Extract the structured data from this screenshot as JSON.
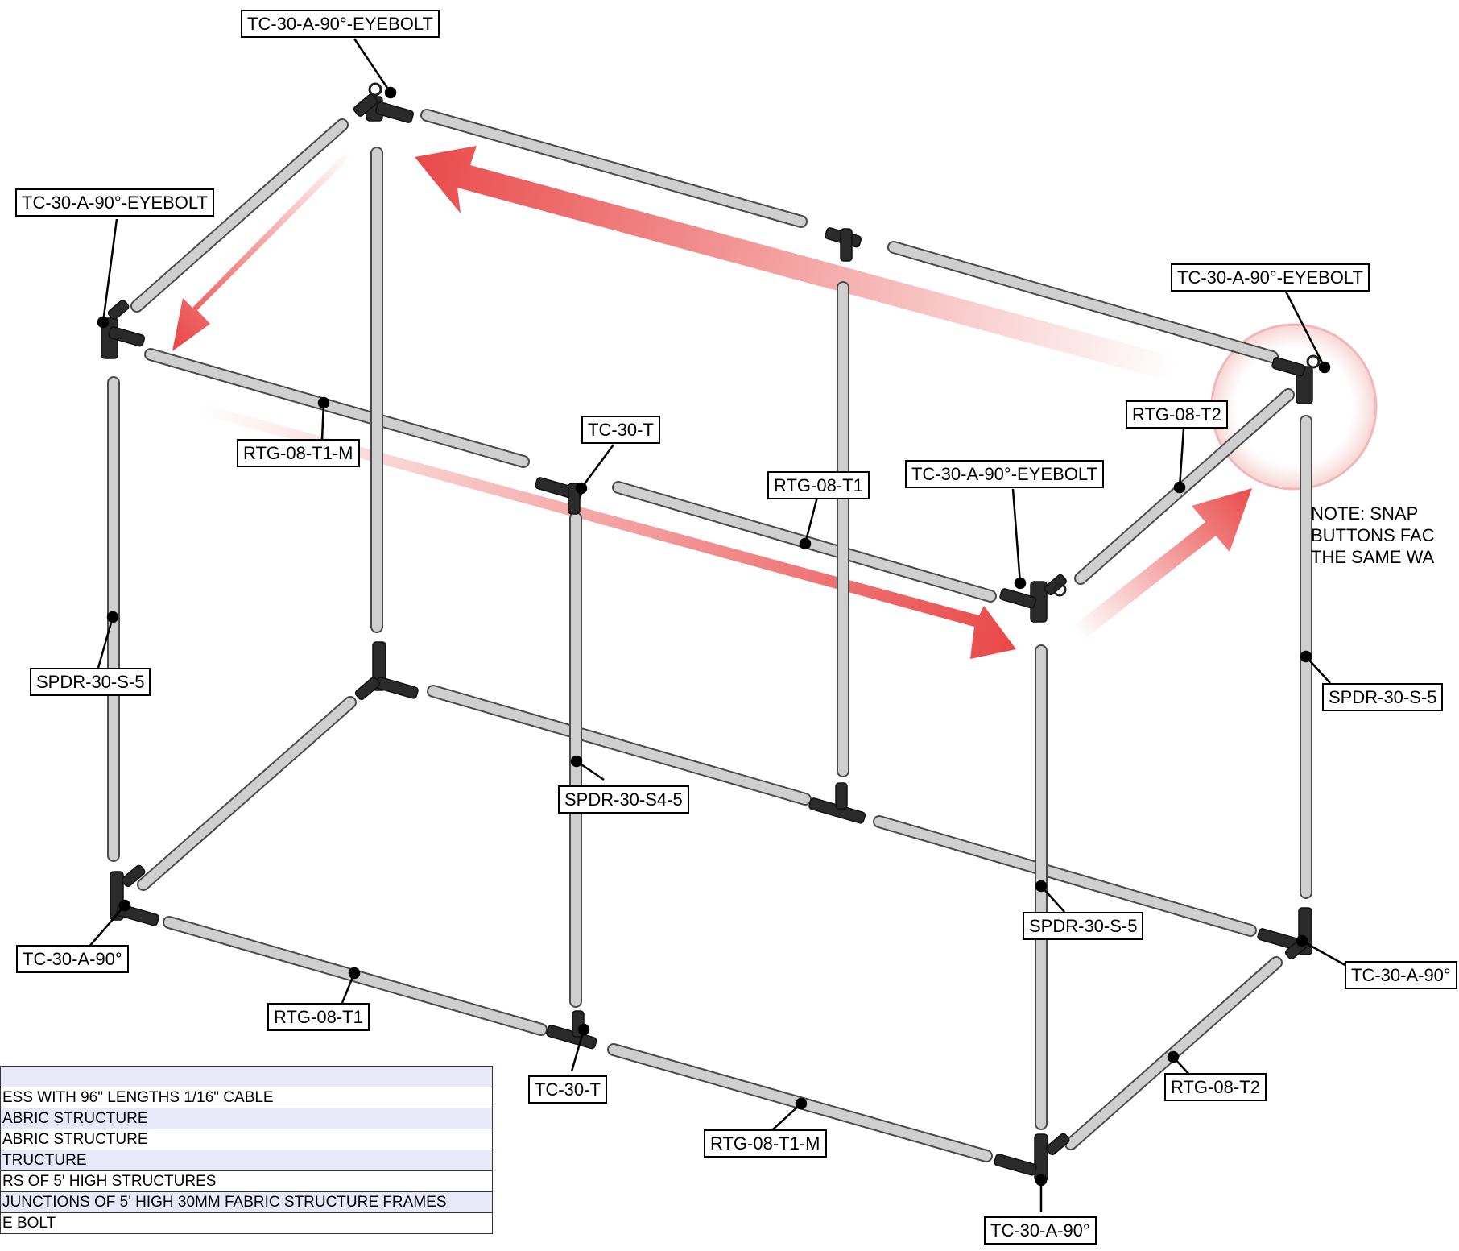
{
  "callouts": [
    "TC-30-A-90°-EYEBOLT",
    "TC-30-A-90°-EYEBOLT",
    "TC-30-A-90°-EYEBOLT",
    "RTG-08-T1-M",
    "TC-30-T",
    "RTG-08-T1",
    "TC-30-A-90°-EYEBOLT",
    "RTG-08-T2",
    "SPDR-30-S-5",
    "SPDR-30-S4-5",
    "SPDR-30-S-5",
    "SPDR-30-S-5",
    "TC-30-A-90°",
    "RTG-08-T1",
    "TC-30-T",
    "RTG-08-T1-M",
    "TC-30-A-90°",
    "RTG-08-T2",
    "TC-30-A-90°"
  ],
  "note": {
    "line1": "NOTE: SNAP",
    "line2": "BUTTONS FAC",
    "line3": "THE SAME WA"
  },
  "bom_rows": [
    "",
    "ESS WITH 96\" LENGTHS 1/16\" CABLE",
    "ABRIC STRUCTURE",
    "ABRIC STRUCTURE",
    "TRUCTURE",
    "RS OF 5' HIGH STRUCTURES",
    "JUNCTIONS OF 5' HIGH 30MM FABRIC STRUCTURE FRAMES",
    "E BOLT"
  ],
  "colors": {
    "tube_fill": "#cfcfcf",
    "tube_edge": "#4a4a4a",
    "connector": "#2a2a2a",
    "arrow_red": "#e83a3a",
    "bom_shade": "#e8e8f8"
  }
}
